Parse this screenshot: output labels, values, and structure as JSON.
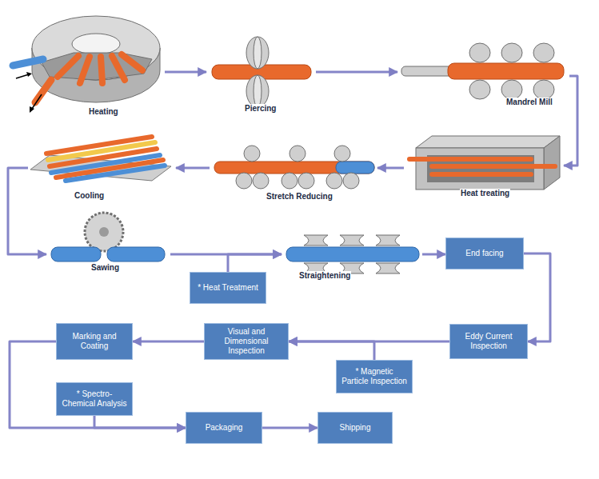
{
  "diagram": {
    "nodes": [
      {
        "text": [
          "Heating"
        ]
      },
      {
        "text": [
          "Piercing"
        ]
      },
      {
        "text": [
          "Mandrel Mill"
        ]
      },
      {
        "text": [
          "Heat treating"
        ]
      },
      {
        "text": [
          "Stretch Reducing"
        ]
      },
      {
        "text": [
          "Cooling"
        ]
      },
      {
        "text": [
          "Sawing"
        ]
      },
      {
        "text": [
          "* Heat Treatment"
        ]
      },
      {
        "text": [
          "Straightening"
        ]
      },
      {
        "text": [
          "End facing"
        ]
      },
      {
        "text": [
          "Eddy Current Inspection"
        ]
      },
      {
        "text": [
          "* Magnetic Particle Inspection"
        ]
      },
      {
        "text": [
          "Visual and Dimensional Inspection"
        ]
      },
      {
        "text": [
          "Marking and Coating"
        ]
      },
      {
        "text": [
          "* Spectro-Chemical Analysis"
        ]
      },
      {
        "text": [
          "Packaging"
        ]
      },
      {
        "text": [
          "Shipping"
        ]
      }
    ],
    "edges": [
      {
        "from": 0,
        "to": 1,
        "arrow": "to"
      },
      {
        "from": 1,
        "to": 2,
        "arrow": "to"
      },
      {
        "from": 2,
        "to": 3,
        "arrow": "to"
      },
      {
        "from": 3,
        "to": 4,
        "arrow": "to"
      },
      {
        "from": 4,
        "to": 5,
        "arrow": "to"
      },
      {
        "from": 5,
        "to": 6,
        "arrow": "to"
      },
      {
        "from": 6,
        "to": 8,
        "arrow": "to"
      },
      {
        "from": 7,
        "to": 8,
        "arrow": "to"
      },
      {
        "from": 8,
        "to": 9,
        "arrow": "to"
      },
      {
        "from": 9,
        "to": 10,
        "arrow": "to"
      },
      {
        "from": 10,
        "to": 12,
        "arrow": "to"
      },
      {
        "from": 11,
        "to": 12,
        "arrow": "to"
      },
      {
        "from": 12,
        "to": 13,
        "arrow": "to"
      },
      {
        "from": 13,
        "to": 15,
        "arrow": "to"
      },
      {
        "from": 14,
        "to": 15,
        "arrow": "to"
      },
      {
        "from": 15,
        "to": 16,
        "arrow": "to"
      }
    ]
  }
}
